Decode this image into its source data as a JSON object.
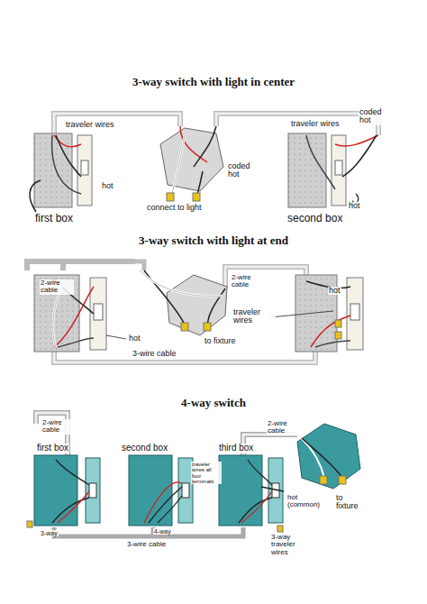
{
  "diagram": {
    "labels": [
      "3-way switch with light in center",
      "traveler wires",
      "coded hot",
      "traveler wires",
      "coded hot",
      "hot",
      "connect to light",
      "hot",
      "first box",
      "second box",
      "3-way switch with light at end",
      "2-wire cable",
      "2-wire cable",
      "hot",
      "hot",
      "traveler wires",
      "to fixture",
      "3-wire cable",
      "4-way switch",
      "2-wire cable",
      "first box",
      "second box",
      "third box",
      "2-wire cable",
      "traveler wires all four terminals",
      "3-way",
      "4-way",
      "3-wire cable",
      "hot (common)",
      "3-way traveler wires",
      "to fixture"
    ]
  }
}
